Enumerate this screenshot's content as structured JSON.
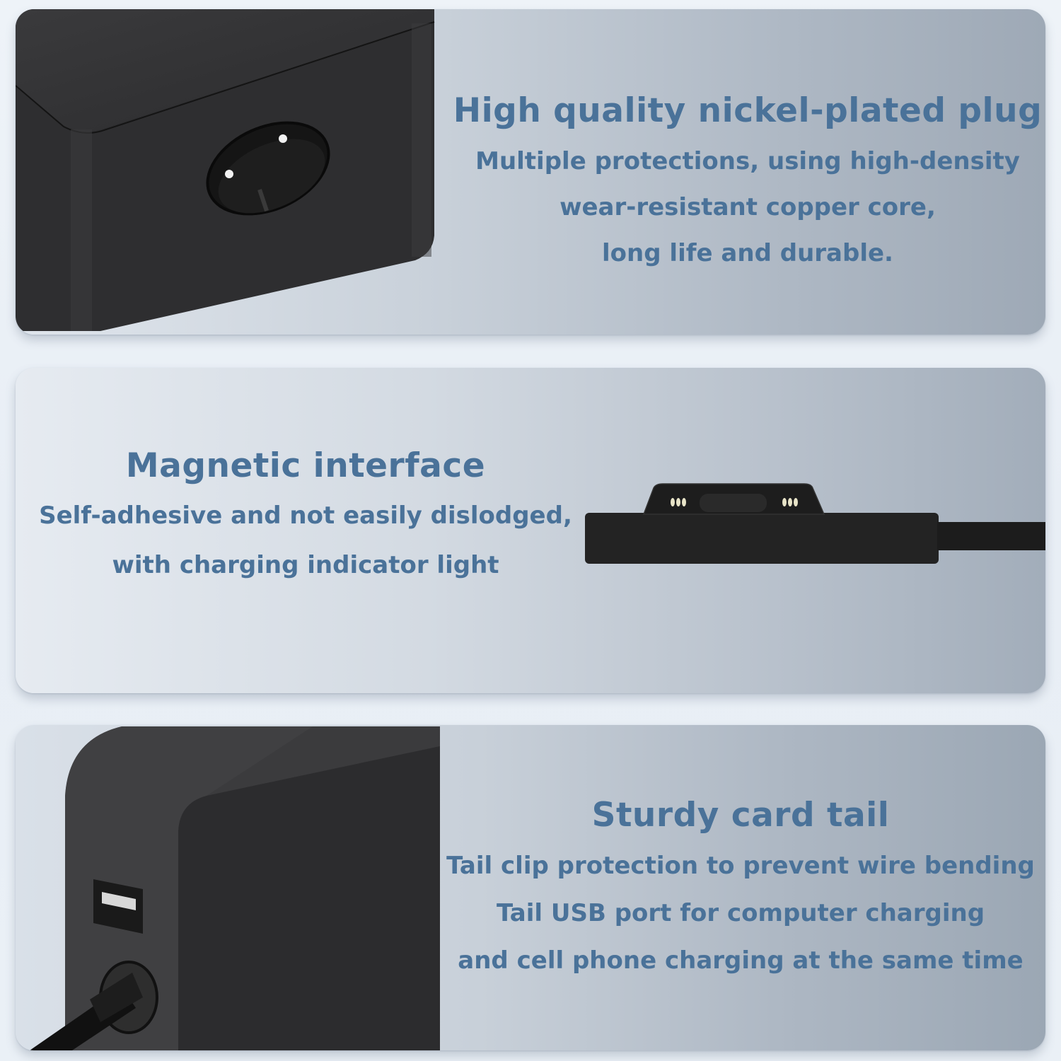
{
  "colors": {
    "text_accent": "#4a7299",
    "page_background": "#eaf0f6",
    "product_black": "#2c2c2e"
  },
  "panels": [
    {
      "title": "High quality nickel-plated plug",
      "lines": [
        "Multiple protections, using high-density",
        "wear-resistant copper core,",
        "long life and durable."
      ],
      "image": "adapter-ac-inlet-closeup"
    },
    {
      "title": "Magnetic interface",
      "lines": [
        "Self-adhesive and not easily dislodged,",
        "with charging indicator light"
      ],
      "image": "magnetic-connector-with-pins"
    },
    {
      "title": "Sturdy card tail",
      "lines": [
        "Tail clip protection to prevent wire bending",
        "Tail USB port for computer charging",
        "and cell phone charging at the same time"
      ],
      "image": "adapter-usb-port-and-cable-closeup"
    }
  ]
}
